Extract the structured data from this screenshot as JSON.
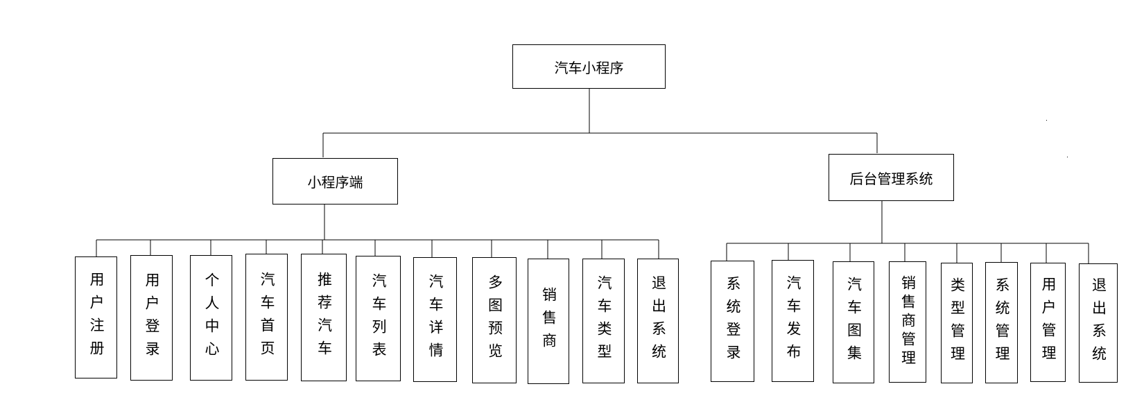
{
  "root": {
    "label": "汽车小程序"
  },
  "branches": [
    {
      "label": "小程序端",
      "children": [
        "用户注册",
        "用户登录",
        "个人中心",
        "汽车首页",
        "推荐汽车",
        "汽车列表",
        "汽车详情",
        "多图预览",
        "销售商",
        "汽车类型",
        "退出系统"
      ]
    },
    {
      "label": "后台管理系统",
      "children": [
        "系统登录",
        "汽车发布",
        "汽车图集",
        "销售商管理",
        "类型管理",
        "系统管理",
        "用户管理",
        "退出系统"
      ]
    }
  ]
}
